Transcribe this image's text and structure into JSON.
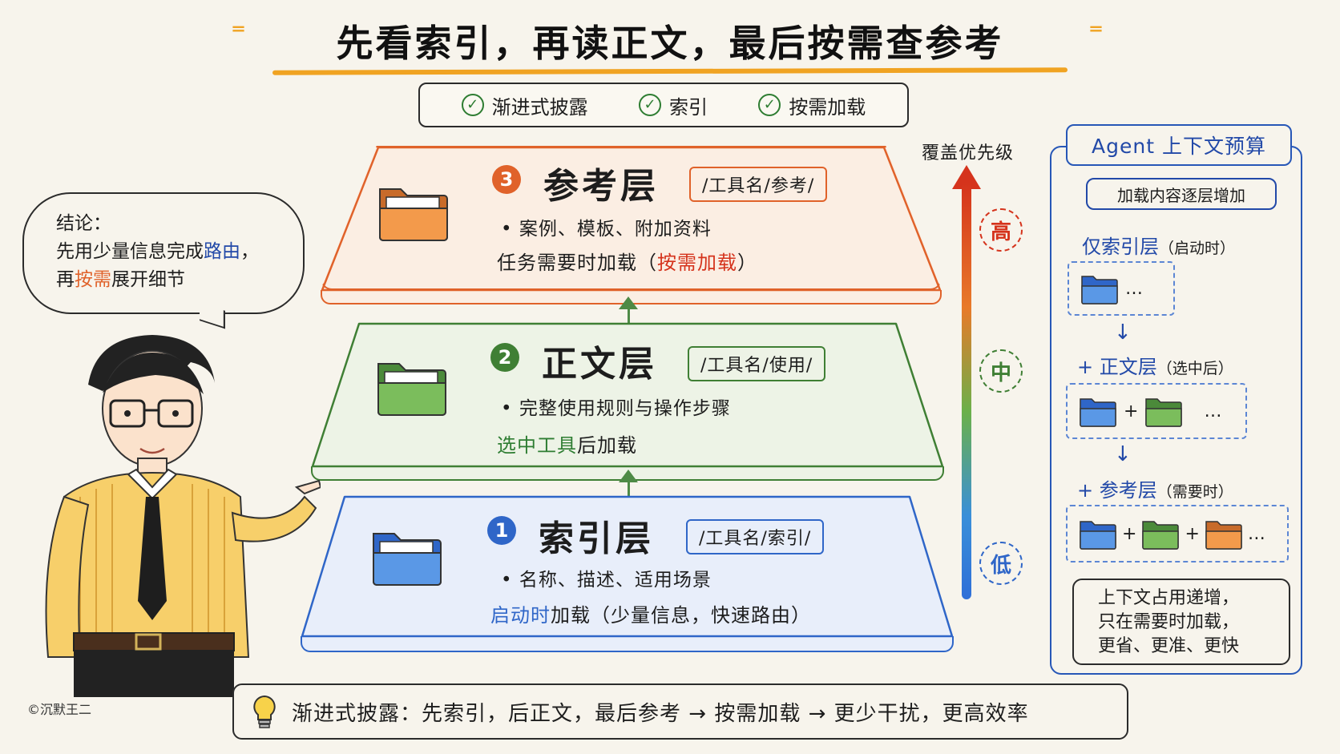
{
  "title": "先看索引，再读正文，最后按需查参考",
  "tags": [
    "渐进式披露",
    "索引",
    "按需加载"
  ],
  "layers": [
    {
      "num": "3",
      "name": "参考层",
      "path": "/工具名/参考/",
      "bullet": "• 案例、模板、附加资料",
      "note_prefix": "任务需要时加载（",
      "note_highlight": "按需加载",
      "note_suffix": "）",
      "color": "#e0622a",
      "fill": "#fbeee3",
      "folder_color": "#f39a4b"
    },
    {
      "num": "2",
      "name": "正文层",
      "path": "/工具名/使用/",
      "bullet": "• 完整使用规则与操作步骤",
      "note_highlight": "选中工具",
      "note_suffix": "后加载",
      "color": "#3f7f34",
      "fill": "#edf3e6",
      "folder_color": "#7bbd5c"
    },
    {
      "num": "1",
      "name": "索引层",
      "path": "/工具名/索引/",
      "bullet": "• 名称、描述、适用场景",
      "note_highlight": "启动时",
      "note_suffix": "加载（少量信息，快速路由）",
      "color": "#2f66c8",
      "fill": "#e8eefa",
      "folder_color": "#5a98e6"
    }
  ],
  "priority": {
    "label": "覆盖优先级",
    "high": "高",
    "mid": "中",
    "low": "低"
  },
  "panel": {
    "title": "Agent 上下文预算",
    "subtitle": "加载内容逐层增加",
    "step1": "仅索引层",
    "step1_note": "（启动时）",
    "step2": "+ 正文层",
    "step2_note": "（选中后）",
    "step3": "+ 参考层",
    "step3_note": "（需要时）",
    "ellipsis": "…",
    "plus": "+",
    "down": "↓",
    "summary": [
      "上下文占用递增，",
      "只在需要时加载，",
      "更省、更准、更快"
    ]
  },
  "bubble": {
    "line1": "结论：",
    "line2_prefix": "先用少量信息完成",
    "line2_highlight": "路由",
    "line2_suffix": "，",
    "line3_prefix": "再",
    "line3_highlight": "按需",
    "line3_suffix": "展开细节"
  },
  "bottom": "渐进式披露：先索引，后正文，最后参考 → 按需加载 → 更少干扰，更高效率",
  "copyright": "©沉默王二"
}
